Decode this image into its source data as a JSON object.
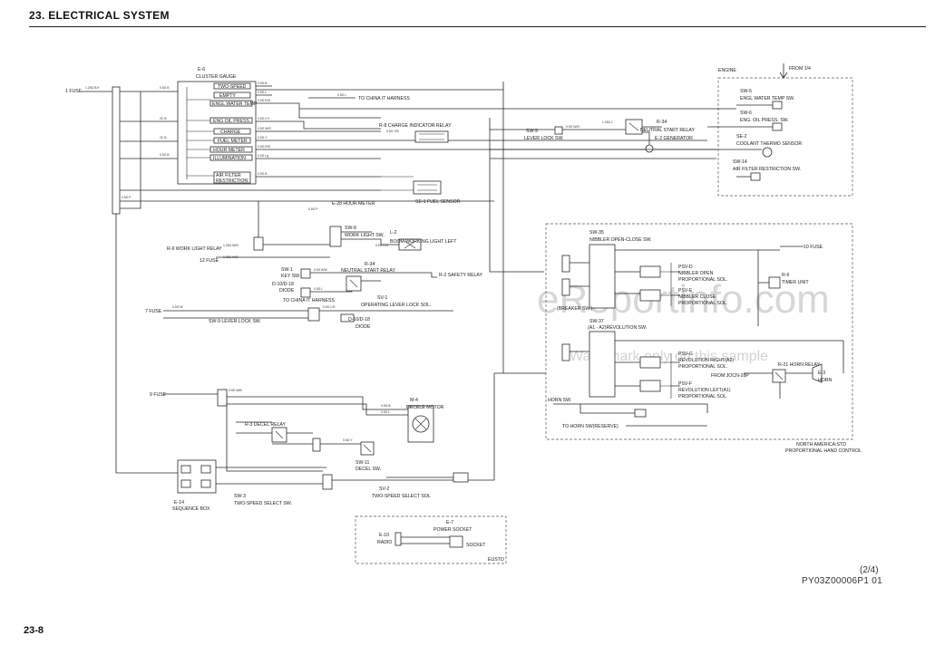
{
  "header": {
    "section_title": "23.  ELECTRICAL SYSTEM",
    "page_number": "23-8",
    "pager": "(2/4)",
    "doc_id": "PY03Z00006P1  01"
  },
  "watermark": {
    "site": "eReportinfo.com",
    "note": "Watermark only on this sample"
  },
  "labels": {
    "e6": "E-6",
    "cluster_gauge": "CLUSTER GAUGE",
    "two_speed": "TWO-SPEED",
    "empty": "EMPTY",
    "engl_water_temp": "ENGL WATER TEMP",
    "eng_oil_press": "ENG OIL PRESS.",
    "charge": "CHARGE",
    "fuel_meter": "FUEL METER",
    "hour_meter_lbl": "HOUR METER",
    "illumination": "ILLUMINATION",
    "air_filter": "AIR FILTER",
    "restriction": "RESTRICTION",
    "fuse1": "1 FUSE",
    "fuse7": "7 FUSE",
    "fuse9": "9 FUSE",
    "fuse12": "12 FUSE",
    "fuse10": "10 FUSE",
    "to_china_it_1": "TO CHINA IT HARNESS",
    "to_china_it_2": "TO CHINA IT HARNESS",
    "r8": "R-8  CHARGE INDICATOR RELAY",
    "se1": "SE-1  FUEL SENSOR",
    "e28": "E-28  HOUR METER",
    "sw8": "SW-8",
    "work_light_sw": "WORK LIGHT SW.",
    "l2": "L-2",
    "boom_light": "BOOM WORKING LIGHT LEFT",
    "r9": "R-9  WORK LIGHT RELAY",
    "sw1": "SW-1",
    "key_sw": "KEY SW.",
    "d10": "D-10/D-18",
    "diode1": "DIODE",
    "r34a": "R-34",
    "neutral_start_relay_a": "NEUTRAL START RELAY",
    "r2": "R-2  SAFETY RELAY",
    "sv1": "SV-1",
    "operating_lever": "OPERATING LEVER LOCK SOL.",
    "sw9a": "SW-9  LEVER LOCK SW.",
    "d10b": "D-10/D-18",
    "diode2": "DIODE",
    "m4": "M-4",
    "decel_motor": "DECELE MOTOR",
    "r3": "R-3  DECEL RELAY",
    "sw11": "SW-11",
    "decel_sw": "DECEL SW.",
    "sv2": "SV-2",
    "two_speed_sol": "TWO-SPEED SELECT SOL",
    "sw3": "SW-3",
    "two_speed_sw": "TWO-SPEED SELECT SW.",
    "e14": "E-14",
    "sequence_box": "SEQUENCE BOX",
    "e7": "E-7",
    "power_socket": "POWER SOCKET",
    "socket": "SOCKET",
    "e10": "E-10",
    "radio": "RADIO",
    "eusto": "EUSTO",
    "engine": "ENGINE",
    "from14": "FROM 1/4",
    "sw5": "SW-5",
    "engl_water_temp_sw": "ENGL WATER TEMP SW.",
    "sw6": "SW-6",
    "eng_oil_press_sw": "ENG. OIL PRESS. SW.",
    "se2": "SE-2",
    "coolant_sensor": "COOLANT THERMO SENSOR",
    "sw14": "SW-14",
    "air_filter_sw": "AIR FILTER RESTRICTION SW.",
    "sw9b": "SW-9",
    "lever_lock_sw_b": "LEVER LOCK SW.",
    "r34b": "R-34",
    "neutral_start_relay_b": "NEUTRAL START RELAY",
    "e2": "E-2  GENERATOR",
    "sw35": "SW-35",
    "nibbler_sw": "NIBBLER OPEN-CLOSE SW.",
    "breaker_sw": "(BREAKER SW.)",
    "psvd": "PSV-D",
    "nibbler_open": "NIBBLER OPEN",
    "prop_sol_1": "PROPORTIONAL SOL.",
    "psve": "PSV-E",
    "nibbler_close": "NIBBLER CLOSE",
    "prop_sol_2": "PROPORTIONAL SOL.",
    "r6": "R-6",
    "timer_unit": "TIMER UNIT",
    "sw37": "SW-37",
    "revolution_sw": "(A1 - A2)REVOLUTION SW.",
    "psvg": "PSV-G",
    "revolution_right": "REVOLUTION RIGHT(A2)",
    "prop_sol_3": "PROPORTIONAL SOL.",
    "psvf": "PSV-F",
    "revolution_left": "REVOLUTION LEFT(A1)",
    "prop_sol_4": "PROPORTIONAL SOL.",
    "r21": "R-21  HORN RELAY",
    "e3": "E-3",
    "horn": "HORN",
    "from_joc": "FROM JOCN-28P",
    "horn_sw": "HORN SW.",
    "to_horn_sw": "TO HORN SW(RESERVE)",
    "north_america": "NORTH AMERICA:STD",
    "prop_hand": "PROPORTIONAL HAND CONTROL"
  },
  "wire_codes": {
    "w01": "1.25G B/Y",
    "w02": "0.5G B",
    "w03": "0.5G L",
    "w04": "0.5G R/G",
    "w05": "0.5G L/Y",
    "w06": "0.5G W/G",
    "w07": "0.5G Y",
    "w08": "0.5G R/G",
    "w09": "0.5G Lg",
    "w10": "0.5G B",
    "w11": "2C B",
    "w12": "0.5G L",
    "w13": "0.5G Y/B",
    "w14": "0.5G Lg",
    "w15": "0.5G B",
    "w16": "1.25G W/B",
    "w17": "0.5G W/G",
    "w18": "0.5G P",
    "w19": "1.25G L",
    "w20": "0.5G P",
    "w21": "1.25G W/B",
    "w22": "0.5G R/G",
    "w23": "0.5G B/W",
    "w24": "0.5G L",
    "w25": "0.5G W",
    "w26": "0.5G L/R",
    "w27": "0.5G W/B",
    "w28": "0.5G B",
    "w29": "0.5G L",
    "w30": "0.5G Y"
  }
}
